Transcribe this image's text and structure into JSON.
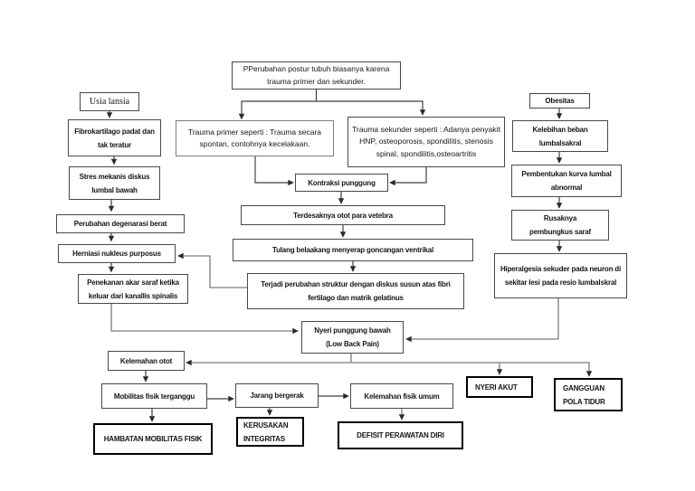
{
  "diagram": {
    "background": "#ffffff",
    "box_border_color": "#484848",
    "emphasis_border_color": "#000000",
    "line_color_dark": "#3f3f3f",
    "line_color_gray": "#7d7d7d"
  },
  "nodes": {
    "usia_lansia": "Usia lansia",
    "fibrokartilago": "Fibrokartilago padat dan tak teratur",
    "stres_mekanis": "Stres mekanis diskus lumbal bawah",
    "perubahan_degenarasi": "Perubahan degenarasi berat",
    "herniasi": "Herniasi nukleus purposus",
    "penekanan": "Penekanan akar saraf ketika keluar dari kanallis spinalis",
    "pperubahan": "PPerubahan postur tubuh biasanya karena trauma primer dan sekunder.",
    "trauma_primer": "Trauma primer seperti : Trauma secara spontan, contohnya kecelakaan.",
    "trauma_sekunder": "Trauma sekunder seperti : Adanya penyakit HNP, osteoporosis, spondilitis, stenosis spinal, spondilitis,osteoartritis",
    "kontraksi": "Kontraksi punggung",
    "terdesaknya": "Terdesaknya otot para vetebra",
    "tulang": "Tulang belaakang menyerap goncangan ventrikal",
    "terjadi": "Terjadi perubahan struktur dengan diskus susun atas fibri fertilago dan matrik gelatinus",
    "nyeri_punggung": "Nyeri punggung bawah (Low Back Pain)",
    "obesitas": "Obesitas",
    "kelebihan": "Kelebihan beban lumbalsakral",
    "pembentukan": "Pembentukan kurva lumbal abnormal",
    "rusaknya": "Rusaknya pembungkus saraf",
    "hiperalgesia": "Hiperalgesia sekuder pada neuron di sekitar lesi pada resio lumbalskral",
    "kelemahan_otot": "Kelemahan otot",
    "mobilitas": "Mobilitas fisik terganggu",
    "jarang": "Jarang bergerak",
    "kelemahan_fisik": "Kelemahan fisik umum",
    "hambatan": "HAMBATAN MOBILITAS FISIK",
    "kerusakan": "KERUSAKAN INTEGRITAS",
    "defisit": "DEFISIT PERAWATAN DIRI",
    "nyeri_akut": "NYERI AKUT",
    "gangguan": "GANGGUAN POLA TIDUR"
  }
}
